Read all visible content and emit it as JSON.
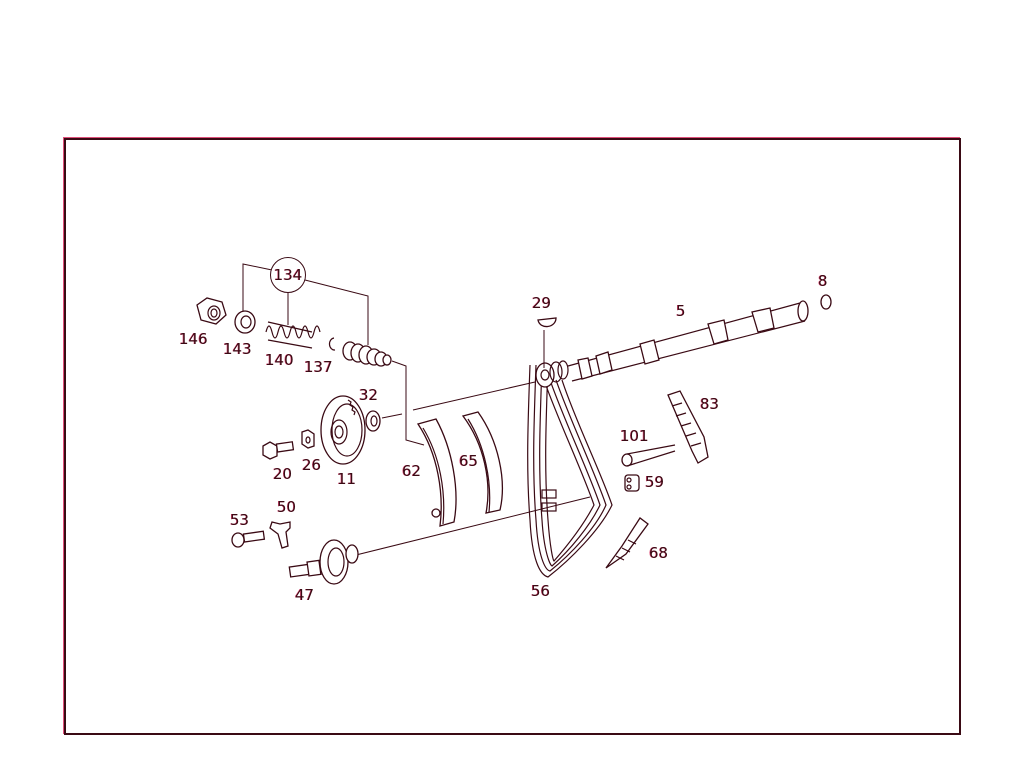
{
  "diagram": {
    "type": "exploded parts diagram",
    "subject": "camshaft, timing chain and chain tensioner assembly",
    "frame_color": "#3a0a14",
    "line_color": "#3a0a14",
    "fringe_color": "#e0507a"
  },
  "labels": {
    "p134": "134",
    "p146": "146",
    "p143": "143",
    "p140": "140",
    "p137": "137",
    "p32": "32",
    "p20": "20",
    "p26": "26",
    "p11": "11",
    "p62": "62",
    "p65": "65",
    "p53": "53",
    "p50": "50",
    "p47": "47",
    "p29": "29",
    "p5": "5",
    "p8": "8",
    "p83": "83",
    "p101": "101",
    "p59": "59",
    "p68": "68",
    "p56": "56"
  }
}
